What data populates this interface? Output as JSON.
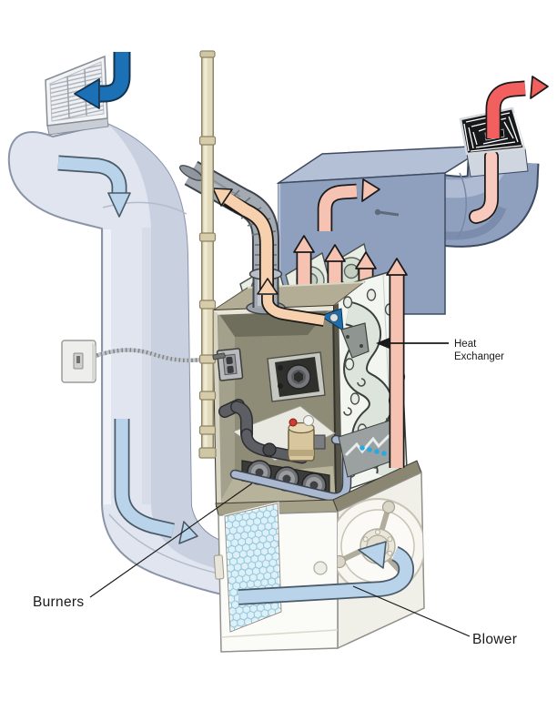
{
  "figure": {
    "type": "cutaway-diagram",
    "subject": "forced-air gas furnace with ductwork",
    "labels": {
      "heat_exchanger_line1": "Heat",
      "heat_exchanger_line2": "Exchanger",
      "burners": "Burners",
      "blower": "Blower"
    },
    "colors": {
      "cool_air_dark": "#1c70b5",
      "cool_air_light": "#b9d3ea",
      "warm_air_pink": "#f6c2b2",
      "warm_air_red": "#f15f5f",
      "flue_gas_peach": "#f7d0ae",
      "return_duct": "#e0e5ef",
      "return_duct_side": "#c9d1e0",
      "supply_duct": "#8fa0bf",
      "supply_duct_top": "#b4c0d5",
      "flue_pipe_tan": "#e2dabc",
      "cabinet_olive": "#8e8b77",
      "filter_blue": "#ddf0f8",
      "flame_blue": "#29a9e0"
    },
    "flows": [
      {
        "name": "cool-air-into-return-register",
        "color_ref": "cool_air_dark"
      },
      {
        "name": "cool-air-down-return-duct",
        "color_ref": "cool_air_light"
      },
      {
        "name": "cool-air-into-blower",
        "color_ref": "cool_air_light"
      },
      {
        "name": "warm-air-through-heat-exchanger",
        "color_ref": "warm_air_pink"
      },
      {
        "name": "warm-air-through-supply-duct",
        "color_ref": "warm_air_pink"
      },
      {
        "name": "warm-air-out-supply-register",
        "color_ref": "warm_air_red"
      },
      {
        "name": "flue-gases-out-vent",
        "color_ref": "flue_gas_peach"
      }
    ]
  }
}
